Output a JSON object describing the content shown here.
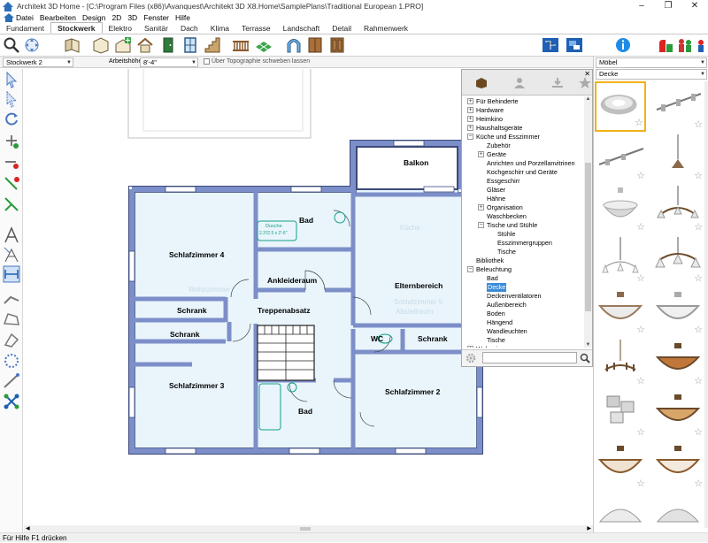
{
  "window": {
    "title": "Architekt 3D Home - [C:\\Program Files (x86)\\Avanquest\\Architekt 3D X8.Home\\SamplePlans\\Traditional European 1.PRO]"
  },
  "menu": [
    "Datei",
    "Bearbeiten",
    "Design",
    "2D",
    "3D",
    "Fenster",
    "Hilfe"
  ],
  "tabs": [
    "Fundament",
    "Stockwerk",
    "Elektro",
    "Sanitär",
    "Dach",
    "Klima",
    "Terrasse",
    "Landschaft",
    "Detail",
    "Rahmenwerk"
  ],
  "active_tab": "Stockwerk",
  "props": {
    "floor_value": "Stockwerk 2",
    "height_label": "Arbeitshöhe:",
    "height_value": "8'-4\"",
    "topo_label": "Über Topographie schweben lassen"
  },
  "library": {
    "tree": [
      {
        "label": "Für Behinderte",
        "level": 0,
        "exp": "+"
      },
      {
        "label": "Hardware",
        "level": 0,
        "exp": "+"
      },
      {
        "label": "Heimkino",
        "level": 0,
        "exp": "+"
      },
      {
        "label": "Haushaltsgeräte",
        "level": 0,
        "exp": "+"
      },
      {
        "label": "Küche und Esszimmer",
        "level": 0,
        "exp": "−"
      },
      {
        "label": "Zubehör",
        "level": 1,
        "exp": ""
      },
      {
        "label": "Geräte",
        "level": 1,
        "exp": "+"
      },
      {
        "label": "Anrichten und Porzellanvitrinen",
        "level": 1,
        "exp": ""
      },
      {
        "label": "Kochgeschirr und Geräte",
        "level": 1,
        "exp": ""
      },
      {
        "label": "Essgeschirr",
        "level": 1,
        "exp": ""
      },
      {
        "label": "Gläser",
        "level": 1,
        "exp": ""
      },
      {
        "label": "Hähne",
        "level": 1,
        "exp": ""
      },
      {
        "label": "Organisation",
        "level": 1,
        "exp": "+"
      },
      {
        "label": "Waschbecken",
        "level": 1,
        "exp": ""
      },
      {
        "label": "Tische und Stühle",
        "level": 1,
        "exp": "−"
      },
      {
        "label": "Stühle",
        "level": 2,
        "exp": ""
      },
      {
        "label": "Esszimmergruppen",
        "level": 2,
        "exp": ""
      },
      {
        "label": "Tische",
        "level": 2,
        "exp": ""
      },
      {
        "label": "Bibliothek",
        "level": 0,
        "exp": ""
      },
      {
        "label": "Beleuchtung",
        "level": 0,
        "exp": "−"
      },
      {
        "label": "Bad",
        "level": 1,
        "exp": ""
      },
      {
        "label": "Decke",
        "level": 1,
        "exp": "",
        "selected": true
      },
      {
        "label": "Deckenventilatoren",
        "level": 1,
        "exp": ""
      },
      {
        "label": "Außenbereich",
        "level": 1,
        "exp": ""
      },
      {
        "label": "Boden",
        "level": 1,
        "exp": ""
      },
      {
        "label": "Hängend",
        "level": 1,
        "exp": ""
      },
      {
        "label": "Wandleuchten",
        "level": 1,
        "exp": ""
      },
      {
        "label": "Tische",
        "level": 1,
        "exp": ""
      },
      {
        "label": "Wohnzimmer",
        "level": 0,
        "exp": "+"
      }
    ]
  },
  "right": {
    "category": "Möbel",
    "subcategory": "Decke"
  },
  "rooms": {
    "balkon": "Balkon",
    "bad_top": "Bad",
    "schlaf4": "Schlafzimmer 4",
    "ankleide": "Ankleideraum",
    "eltern": "Elternbereich",
    "schrank1": "Schrank",
    "treppe": "Treppenabsatz",
    "schrank2": "Schrank",
    "wc": "WC",
    "schrank3": "Schrank",
    "schlaf3": "Schlafzimmer 3",
    "bad_bottom": "Bad",
    "schlaf2": "Schlafzimmer 2",
    "dusche": "Dusche",
    "dusche_dim": "2.3'/2.5 x 2'-6\""
  },
  "status": "Für Hilfe F1 drücken",
  "colors": {
    "wall": "#7d8fc9",
    "wall_border": "#3b4a7a",
    "floor": "#e9f5fb",
    "accent": "#2a78d4",
    "selected": "#3b8bd9"
  }
}
